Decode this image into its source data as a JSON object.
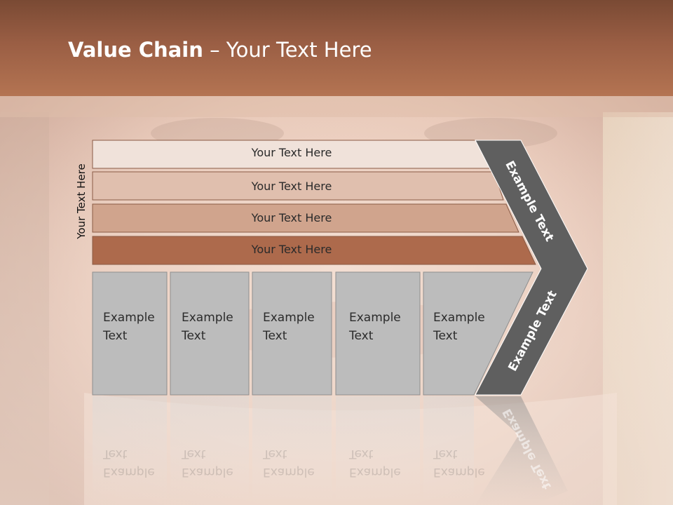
{
  "title": {
    "bold": "Value Chain",
    "rest": " – Your Text Here"
  },
  "side_label": "Your Text Here",
  "layers": [
    {
      "label": "Your Text Here",
      "color": "#f0e2da"
    },
    {
      "label": "Your Text Here",
      "color": "#e0bfae"
    },
    {
      "label": "Your Text Here",
      "color": "#d0a48d"
    },
    {
      "label": "Your Text Here",
      "color": "#ad6a4c"
    }
  ],
  "cells": [
    {
      "line1": "Example",
      "line2": "Text"
    },
    {
      "line1": "Example",
      "line2": "Text"
    },
    {
      "line1": "Example",
      "line2": "Text"
    },
    {
      "line1": "Example",
      "line2": "Text"
    },
    {
      "line1": "Example",
      "line2": "Text"
    }
  ],
  "arrow": {
    "upper": "Example Text",
    "lower": "Example Text",
    "color": "#5f5f5f"
  },
  "colors": {
    "header": "#9a5e44",
    "cell": "#bcbcbc",
    "background": "#e9d3c6"
  }
}
